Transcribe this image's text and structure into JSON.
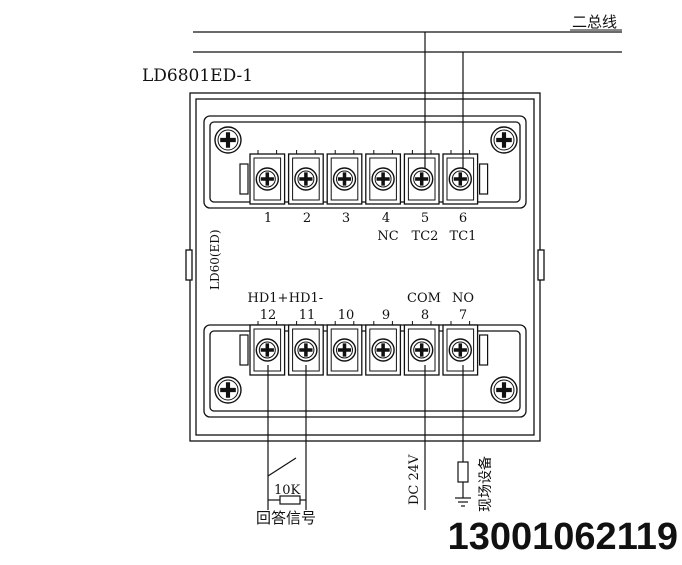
{
  "bus_label": "二总线",
  "model_label": "LD6801ED-1",
  "side_label": "LD60(ED)",
  "top_terminals": [
    {
      "num": "1",
      "sig": ""
    },
    {
      "num": "2",
      "sig": ""
    },
    {
      "num": "3",
      "sig": ""
    },
    {
      "num": "4",
      "sig": "NC"
    },
    {
      "num": "5",
      "sig": "TC2"
    },
    {
      "num": "6",
      "sig": "TC1"
    }
  ],
  "bottom_terminals": [
    {
      "num": "12",
      "sig": "HD1+"
    },
    {
      "num": "11",
      "sig": "HD1-"
    },
    {
      "num": "10",
      "sig": ""
    },
    {
      "num": "9",
      "sig": ""
    },
    {
      "num": "8",
      "sig": "COM"
    },
    {
      "num": "7",
      "sig": "NO"
    }
  ],
  "resistor_label": "10K",
  "answer_label": "回答信号",
  "power_label": "DC 24V",
  "device_label": "现场设备",
  "phone": "13001062119",
  "colors": {
    "line": "#111111",
    "background": "#ffffff"
  }
}
